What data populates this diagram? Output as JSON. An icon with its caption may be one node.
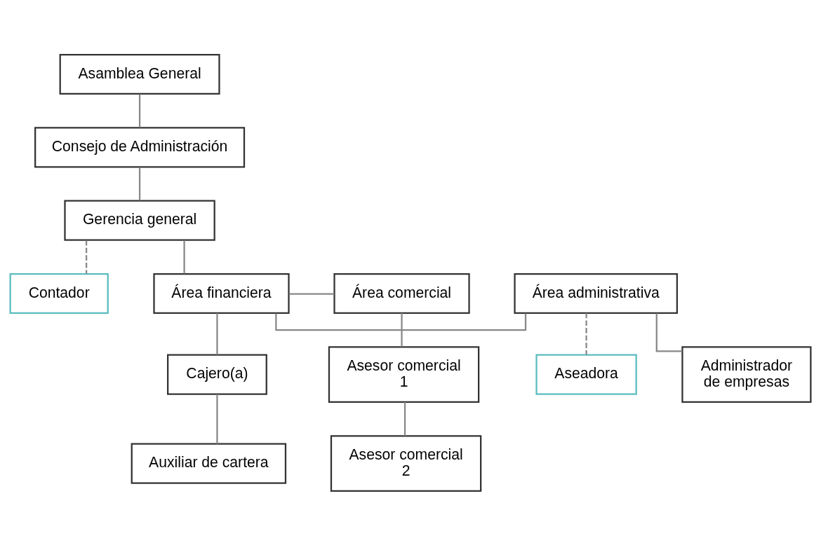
{
  "diagram": {
    "nodes": [
      {
        "text": [
          "Asamblea General"
        ]
      },
      {
        "text": [
          "Consejo de Administración"
        ]
      },
      {
        "text": [
          "Gerencia general"
        ]
      },
      {
        "text": [
          "Contador"
        ]
      },
      {
        "text": [
          "Área administrativa"
        ]
      },
      {
        "text": [
          "Área financiera"
        ]
      },
      {
        "text": [
          "Área comercial"
        ]
      },
      {
        "text": [
          "Aseadora"
        ]
      },
      {
        "text": [
          "Cajero(a)"
        ]
      },
      {
        "text": [
          "Administrador de empresas"
        ]
      },
      {
        "text": [
          "Auxiliar de cartera"
        ]
      },
      {
        "text": [
          "Asesor comercial 1"
        ]
      },
      {
        "text": [
          "Asesor comercial 2"
        ]
      }
    ],
    "edges": [
      {
        "from": 0,
        "to": 1,
        "arrow": "none"
      },
      {
        "from": 1,
        "to": 2,
        "arrow": "none"
      },
      {
        "from": 2,
        "to": 5,
        "arrow": "none"
      },
      {
        "from": 3,
        "to": 2,
        "arrow": "none",
        "style": "dashed"
      },
      {
        "from": 5,
        "to": 4,
        "arrow": "none"
      },
      {
        "from": 5,
        "to": 6,
        "arrow": "none"
      },
      {
        "from": 4,
        "to": 9,
        "arrow": "none"
      },
      {
        "from": 7,
        "to": 4,
        "arrow": "none",
        "style": "dashed"
      },
      {
        "from": 5,
        "to": 8,
        "arrow": "none"
      },
      {
        "from": 8,
        "to": 10,
        "arrow": "none"
      },
      {
        "from": 6,
        "to": 11,
        "arrow": "none"
      },
      {
        "from": 11,
        "to": 12,
        "arrow": "none"
      }
    ]
  }
}
